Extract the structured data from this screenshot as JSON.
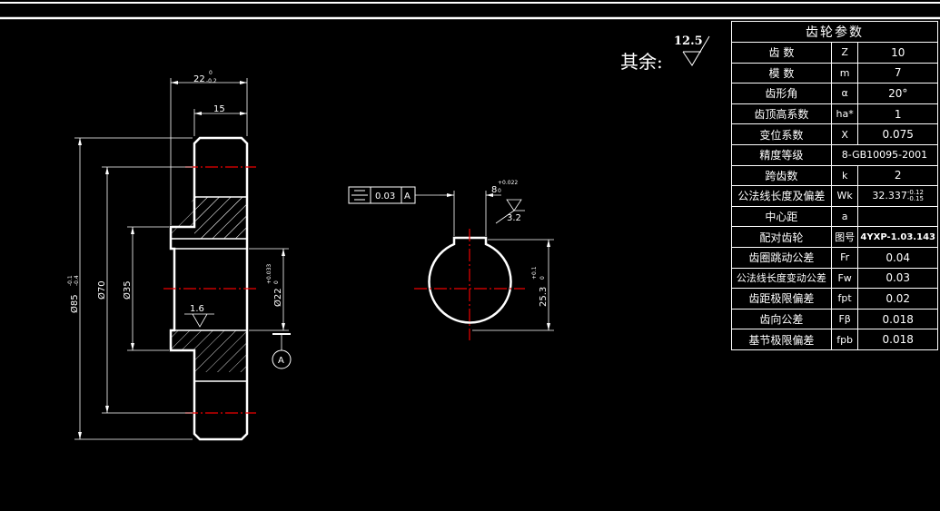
{
  "table": {
    "title": "齿轮参数",
    "rows": [
      {
        "name": "齿  数",
        "sym": "Z",
        "val": "10"
      },
      {
        "name": "模  数",
        "sym": "m",
        "val": "7"
      },
      {
        "name": "齿形角",
        "sym": "α",
        "val": "20°"
      },
      {
        "name": "齿顶高系数",
        "sym": "ha*",
        "val": "1"
      },
      {
        "name": "变位系数",
        "sym": "X",
        "val": "0.075"
      },
      {
        "name": "精度等级",
        "sym": "",
        "val": "8-GB10095-2001"
      },
      {
        "name": "跨齿数",
        "sym": "k",
        "val": "2"
      },
      {
        "name": "公法线长度及偏差",
        "sym": "Wk",
        "val": "32.337",
        "val_sup": "-0.12",
        "val_sub": "-0.15"
      },
      {
        "name": "中心距",
        "sym": "a",
        "val": ""
      },
      {
        "name": "配对齿轮",
        "sym": "图号",
        "val": "4YXP-1.03.143"
      },
      {
        "name": "齿圈跳动公差",
        "sym": "Fr",
        "val": "0.04"
      },
      {
        "name": "公法线长度变动公差",
        "sym": "Fw",
        "val": "0.03"
      },
      {
        "name": "齿距极限偏差",
        "sym": "fpt",
        "val": "0.02"
      },
      {
        "name": "齿向公差",
        "sym": "Fβ",
        "val": "0.018"
      },
      {
        "name": "基节极限偏差",
        "sym": "fpb",
        "val": "0.018"
      }
    ]
  },
  "note": {
    "label": "其余:",
    "roughness": "12.5"
  },
  "gear_view": {
    "width_dim": "22",
    "width_tol_upper": "0",
    "width_tol_lower": "-0.2",
    "hub_dim": "15",
    "outer_dia": "Ø85",
    "outer_tol_upper": "-0.1",
    "outer_tol_lower": "-0.4",
    "root_dia": "Ø70",
    "hub_dia": "Ø35",
    "bore_dia": "Ø22",
    "bore_tol_upper": "+0.033",
    "bore_tol_lower": "0",
    "roughness": "1.6",
    "datum": "A"
  },
  "section_view": {
    "keyway_width": "8",
    "keyway_tol_upper": "+0.022",
    "keyway_tol_lower": "0",
    "roughness": "3.2",
    "depth_dim": "25.3",
    "depth_tol_upper": "+0.1",
    "depth_tol_lower": "0",
    "tolerance_value": "0.03",
    "tolerance_datum": "A"
  }
}
